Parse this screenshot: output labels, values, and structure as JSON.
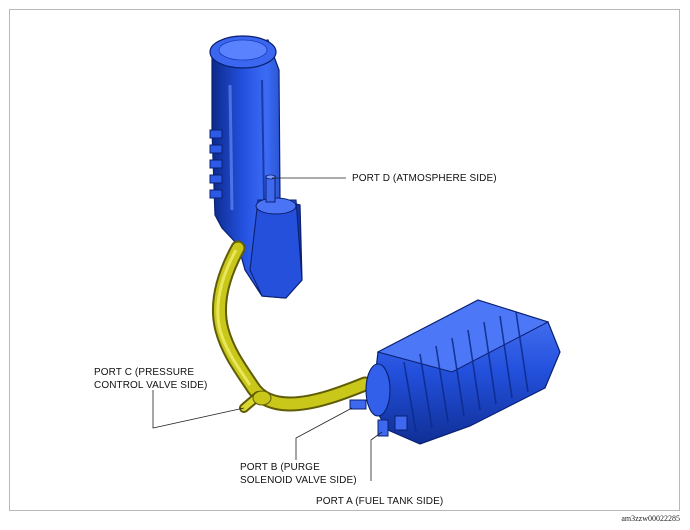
{
  "labels": {
    "port_d": "PORT D (ATMOSPHERE SIDE)",
    "port_c": "PORT C (PRESSURE\nCONTROL VALVE SIDE)",
    "port_b": "PORT B (PURGE\nSOLENOID VALVE SIDE)",
    "port_a": "PORT A (FUEL TANK SIDE)"
  },
  "figure_code": "am3zzw00022285",
  "colors": {
    "canister_body": "#1f4fd6",
    "canister_dark": "#0c2a8c",
    "canister_light": "#6f93ff",
    "hose": "#c9c71a",
    "hose_dark": "#7d7a08",
    "leader_line": "#222222",
    "frame_border": "#b8b8b8"
  }
}
